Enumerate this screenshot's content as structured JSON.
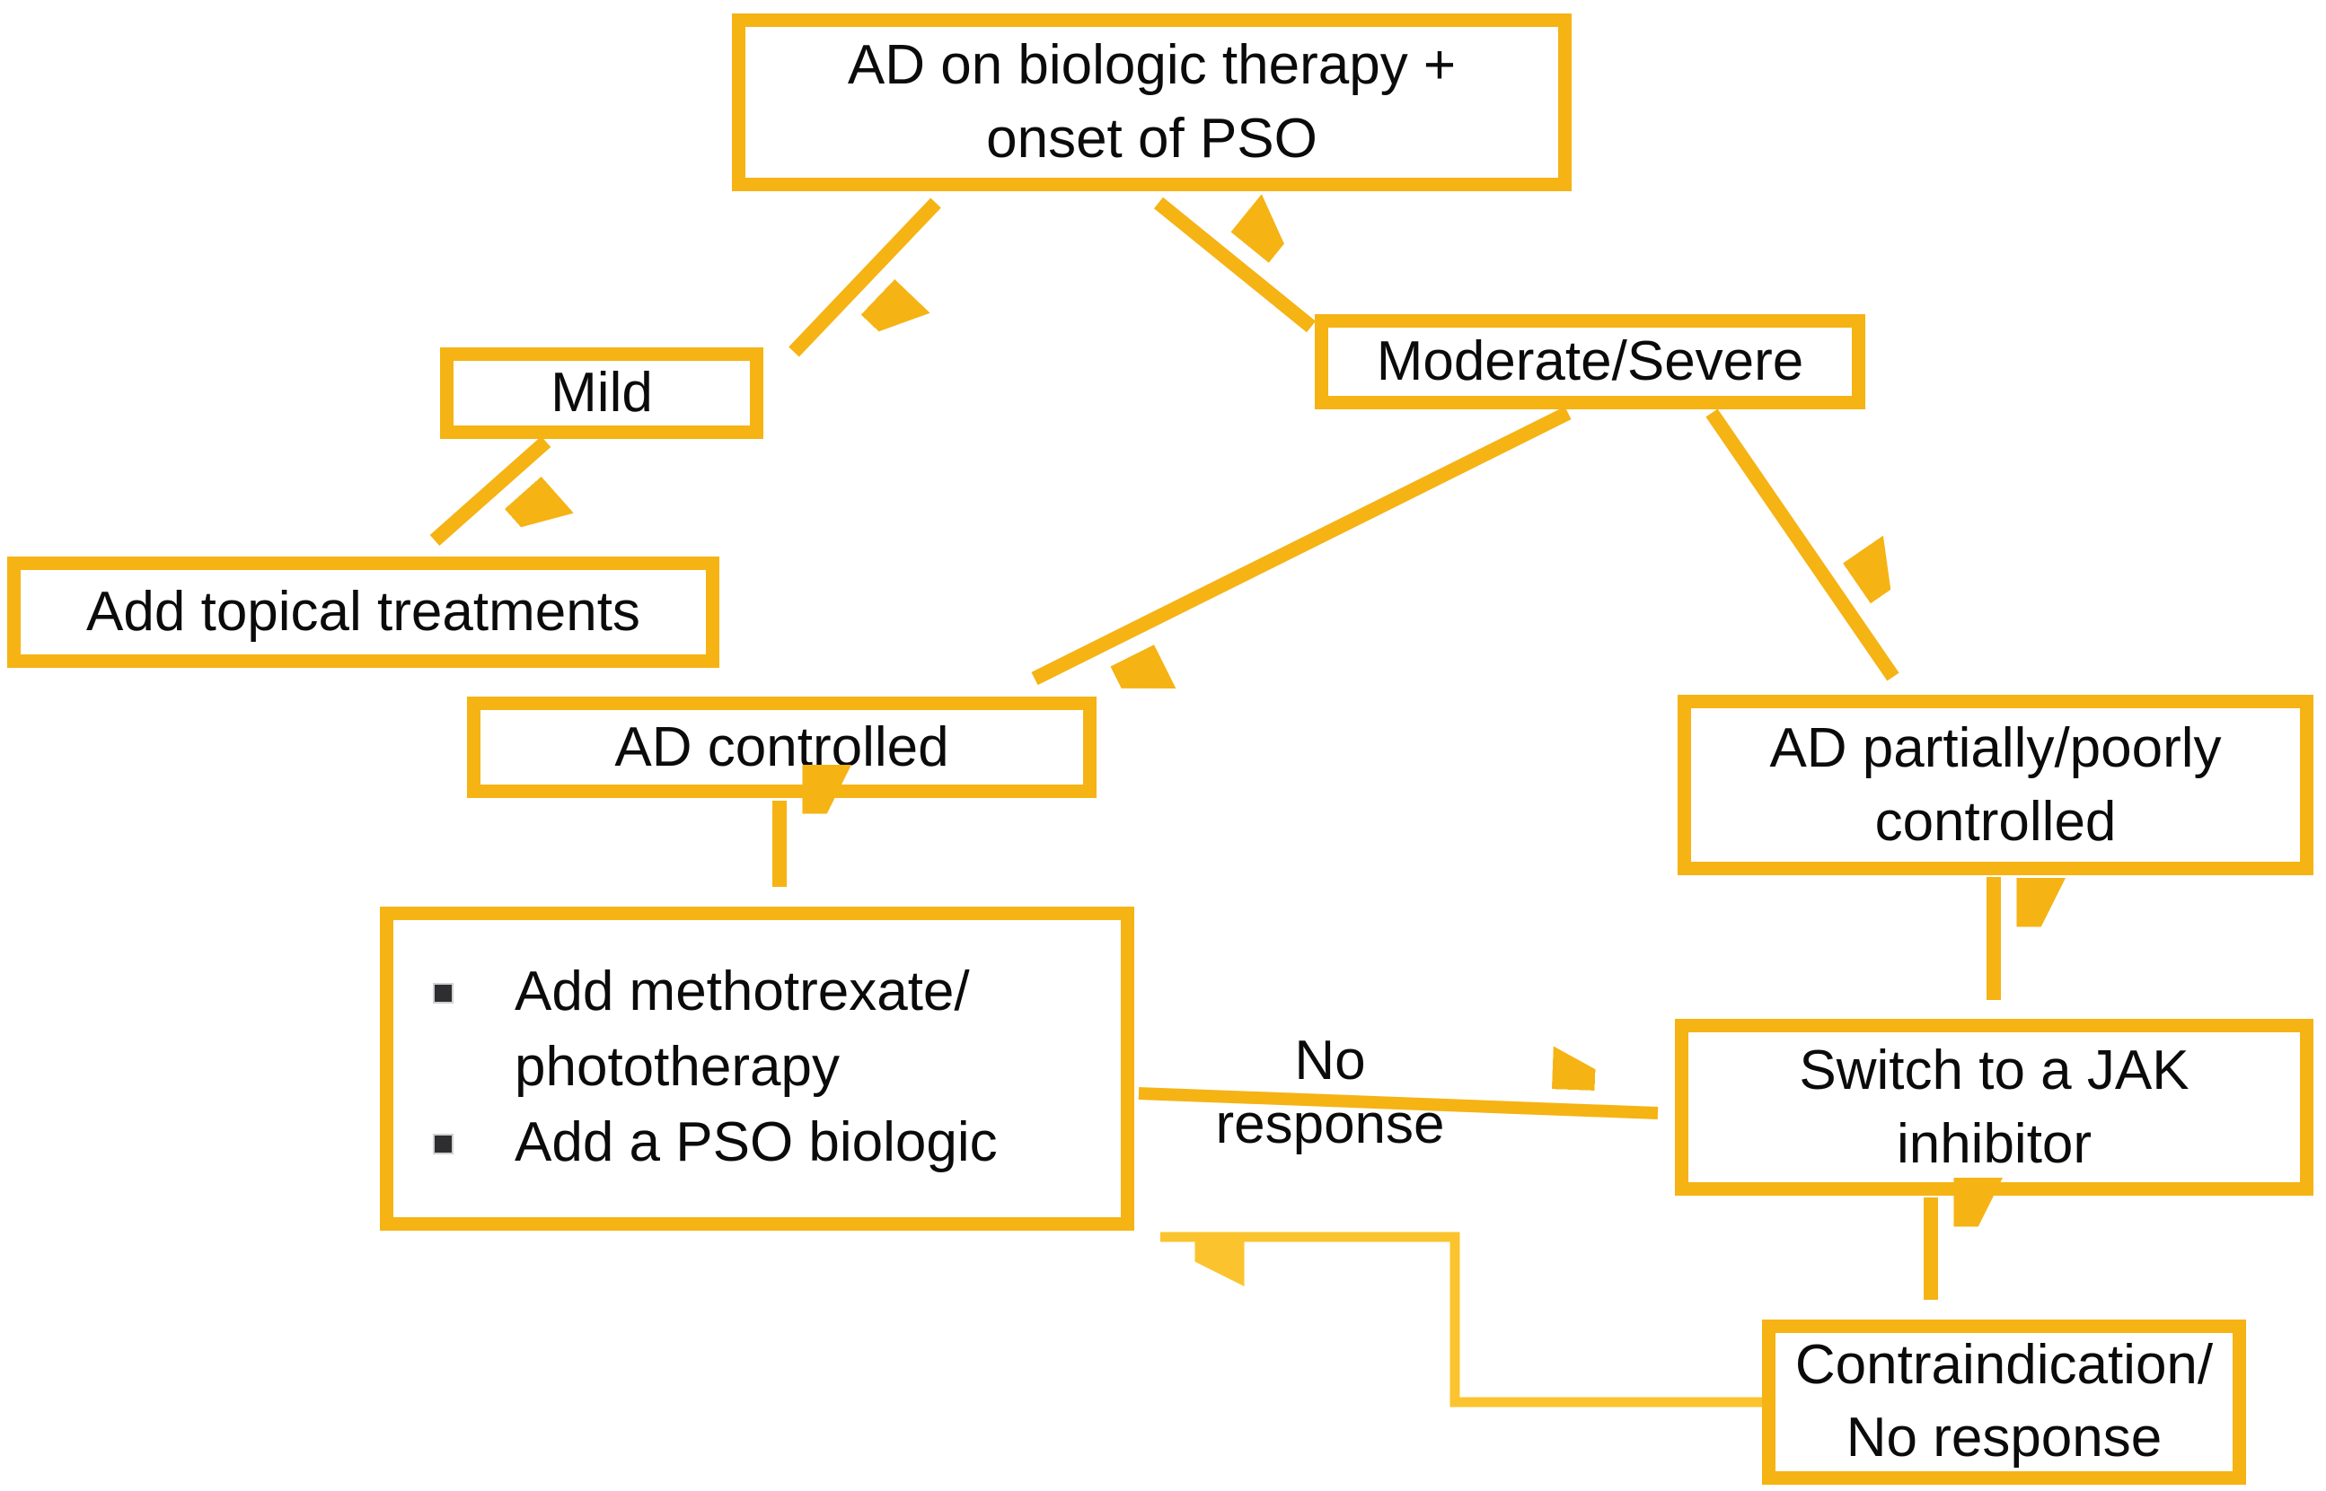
{
  "theme": {
    "accent": "#F5B314",
    "accent_light": "#FBC42E",
    "ink": "#0B0B0B",
    "bullet": "#2E2E31",
    "bg": "#FFFFFF"
  },
  "flowchart": {
    "title": "AD on biologic therapy with onset of PSO — management flowchart",
    "nodes": {
      "root": {
        "label": "AD on biologic therapy +\nonset of PSO"
      },
      "mild": {
        "label": "Mild"
      },
      "moderate_severe": {
        "label": "Moderate/Severe"
      },
      "add_topical": {
        "label": "Add topical treatments"
      },
      "ad_controlled": {
        "label": "AD controlled"
      },
      "ad_partially": {
        "label": "AD partially/poorly\ncontrolled"
      },
      "treatment_options": {
        "bullets": [
          "Add methotrexate/\nphototherapy",
          "Add a PSO biologic"
        ]
      },
      "switch_jak": {
        "label": "Switch to a JAK\ninhibitor"
      },
      "contraindication": {
        "label": "Contraindication/\nNo response"
      }
    },
    "edges": [
      {
        "from": "root",
        "to": "mild",
        "label": ""
      },
      {
        "from": "root",
        "to": "moderate_severe",
        "label": ""
      },
      {
        "from": "mild",
        "to": "add_topical",
        "label": ""
      },
      {
        "from": "moderate_severe",
        "to": "ad_controlled",
        "label": ""
      },
      {
        "from": "moderate_severe",
        "to": "ad_partially",
        "label": ""
      },
      {
        "from": "ad_controlled",
        "to": "treatment_options",
        "label": ""
      },
      {
        "from": "ad_partially",
        "to": "switch_jak",
        "label": ""
      },
      {
        "from": "treatment_options",
        "to": "switch_jak",
        "label": "No response"
      },
      {
        "from": "switch_jak",
        "to": "contraindication",
        "label": ""
      },
      {
        "from": "contraindication",
        "to": "treatment_options",
        "label": ""
      }
    ]
  }
}
